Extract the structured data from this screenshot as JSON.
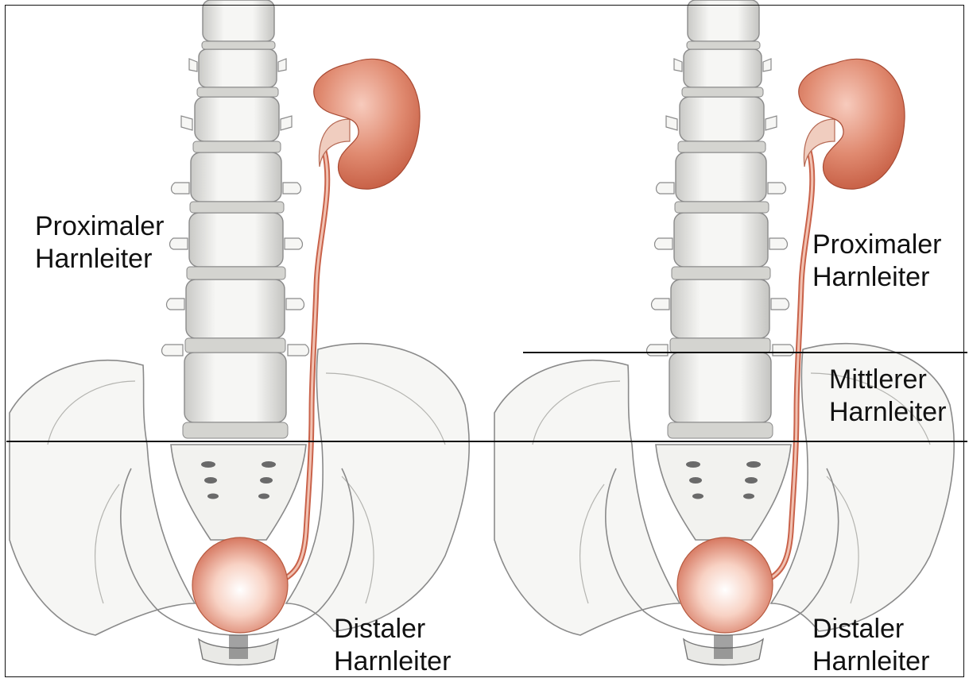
{
  "colors": {
    "kidney": "#d0684f",
    "kidney_light": "#f6c8b8",
    "bone_outline": "#8a8a8a",
    "bone_fill": "#f4f4f2",
    "ureter": "#d8836b",
    "divider": "#111111"
  },
  "left_panel": {
    "proximal_label": [
      "Proximaler",
      "Harnleiter"
    ],
    "distal_label": [
      "Distaler",
      "Harnleiter"
    ]
  },
  "right_panel": {
    "proximal_label": [
      "Proximaler",
      "Harnleiter"
    ],
    "middle_label": [
      "Mittlerer",
      "Harnleiter"
    ],
    "distal_label": [
      "Distaler",
      "Harnleiter"
    ]
  }
}
